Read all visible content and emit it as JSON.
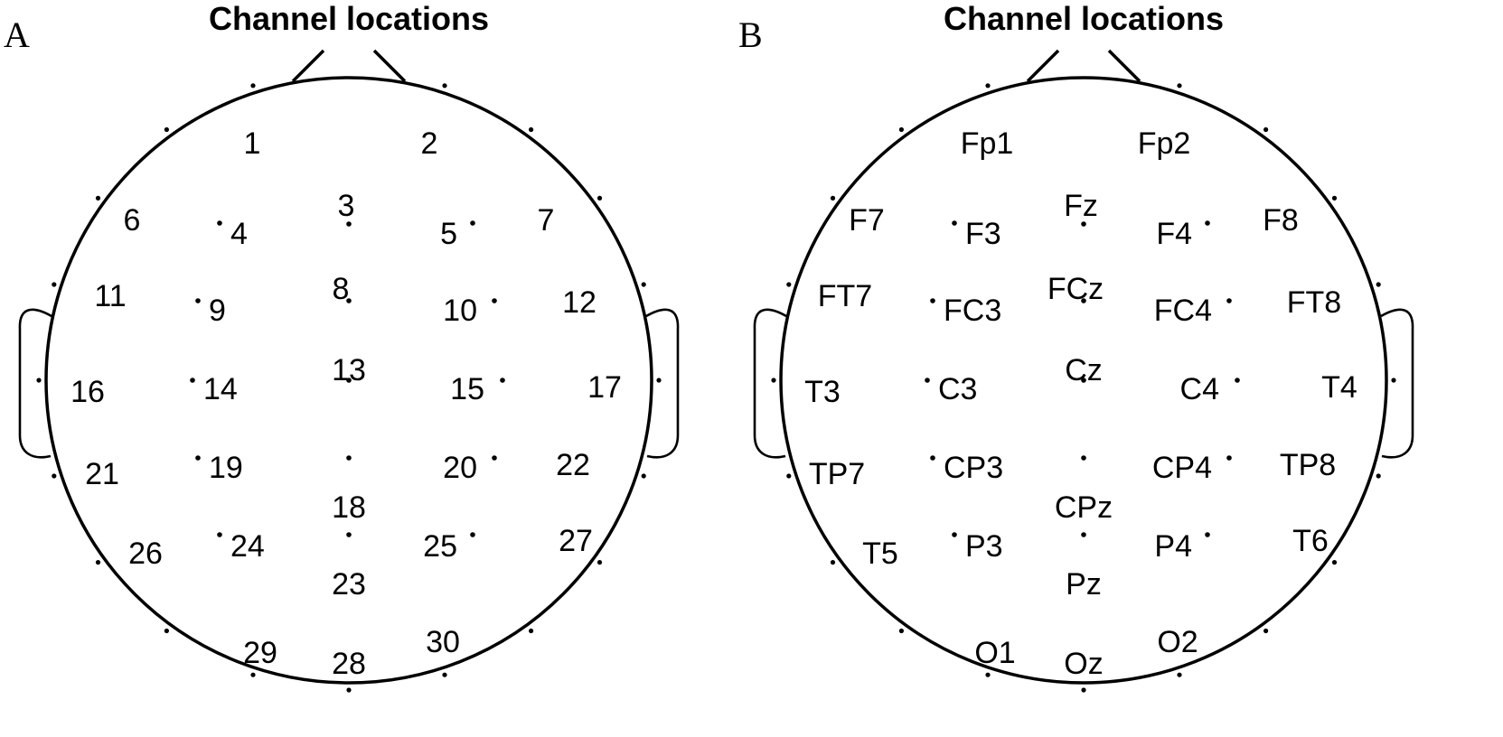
{
  "panels": [
    {
      "letter": "A",
      "title": "Channel locations",
      "electrodes": [
        "1",
        "2",
        "3",
        "4",
        "5",
        "6",
        "7",
        "8",
        "9",
        "10",
        "11",
        "12",
        "13",
        "14",
        "15",
        "16",
        "17",
        "18",
        "19",
        "20",
        "21",
        "22",
        "23",
        "24",
        "25",
        "26",
        "27",
        "28",
        "29",
        "30"
      ]
    },
    {
      "letter": "B",
      "title": "Channel locations",
      "electrodes": [
        "Fp1",
        "Fp2",
        "Fz",
        "F3",
        "F4",
        "F7",
        "F8",
        "FCz",
        "FC3",
        "FC4",
        "FT7",
        "FT8",
        "Cz",
        "C3",
        "C4",
        "T3",
        "T4",
        "CPz",
        "CP3",
        "CP4",
        "TP7",
        "TP8",
        "Pz",
        "P3",
        "P4",
        "T5",
        "T6",
        "Oz",
        "O1",
        "O2"
      ]
    }
  ]
}
